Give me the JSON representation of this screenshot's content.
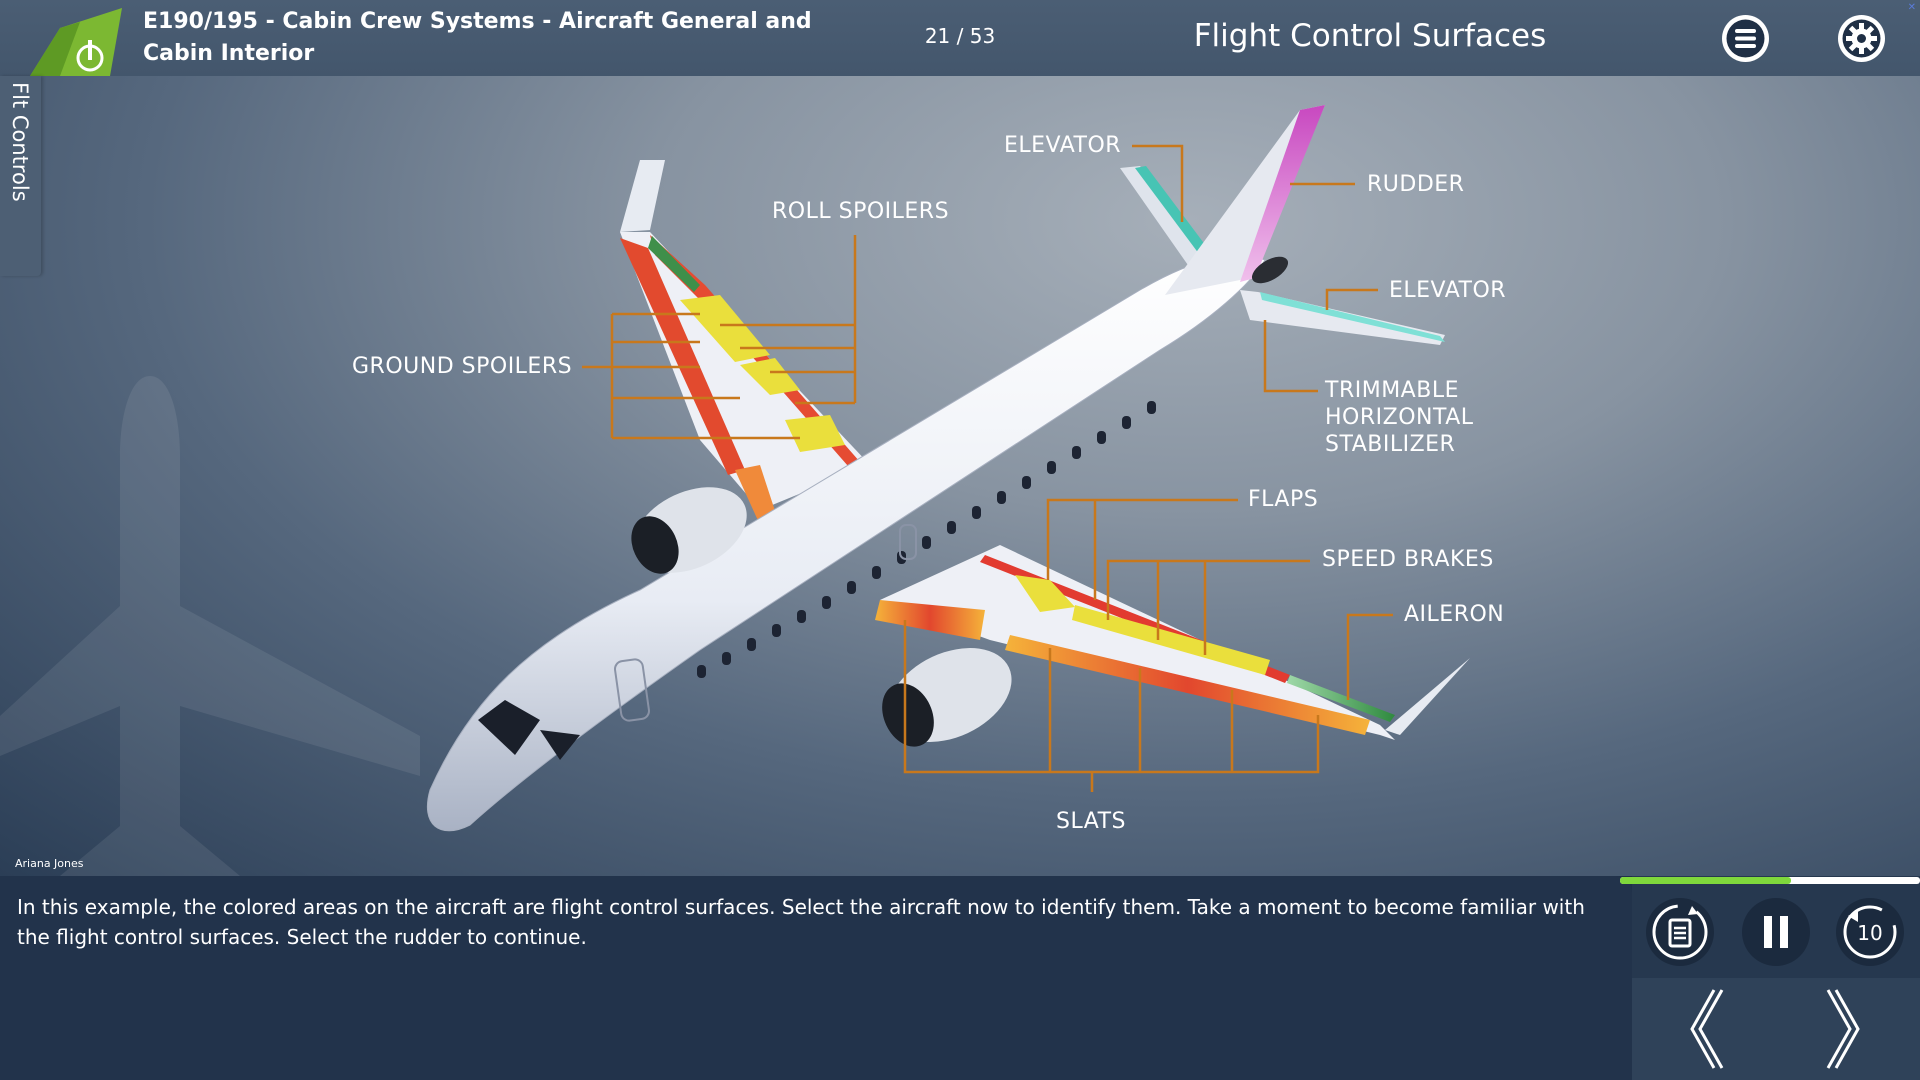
{
  "header": {
    "course_title": "E190/195 - Cabin Crew Systems - Aircraft General and Cabin Interior",
    "page_current": "21",
    "page_total": "53",
    "page_counter": "21 / 53",
    "screen_title": "Flight Control Surfaces",
    "menu_icon": "hamburger-menu-icon",
    "settings_icon": "gear-icon"
  },
  "side_tab": {
    "label": "Flt Controls"
  },
  "diagram": {
    "labels": {
      "elevator_top": "ELEVATOR",
      "rudder": "RUDDER",
      "elevator_right": "ELEVATOR",
      "roll_spoilers": "ROLL SPOILERS",
      "ground_spoilers": "GROUND SPOILERS",
      "trimmable_line1": "TRIMMABLE",
      "trimmable_line2": "HORIZONTAL",
      "trimmable_line3": "STABILIZER",
      "flaps": "FLAPS",
      "speed_brakes": "SPEED BRAKES",
      "aileron": "AILERON",
      "slats": "SLATS"
    },
    "colors": {
      "leader_line": "#c8781c",
      "slat_gradient": [
        "#f5b33a",
        "#e2472e"
      ],
      "spoiler": "#e8e040",
      "elevator": "#4cc8b8",
      "rudder": "#d858c8",
      "aileron": "#4c9a58"
    }
  },
  "author": "Ariana Jones",
  "narration": {
    "text": "In this example, the colored areas on the aircraft are flight control surfaces. Select the aircraft now to identify them. Take a moment to become familiar with the flight control surfaces. Select the rudder to continue."
  },
  "player": {
    "progress": 0.57,
    "progress_color": "#7fd83c",
    "transcript_icon": "transcript-replay-icon",
    "pause_icon": "pause-icon",
    "rewind_icon": "rewind-10-icon",
    "rewind_seconds": "10",
    "prev_icon": "chevron-left-icon",
    "next_icon": "chevron-right-icon"
  }
}
